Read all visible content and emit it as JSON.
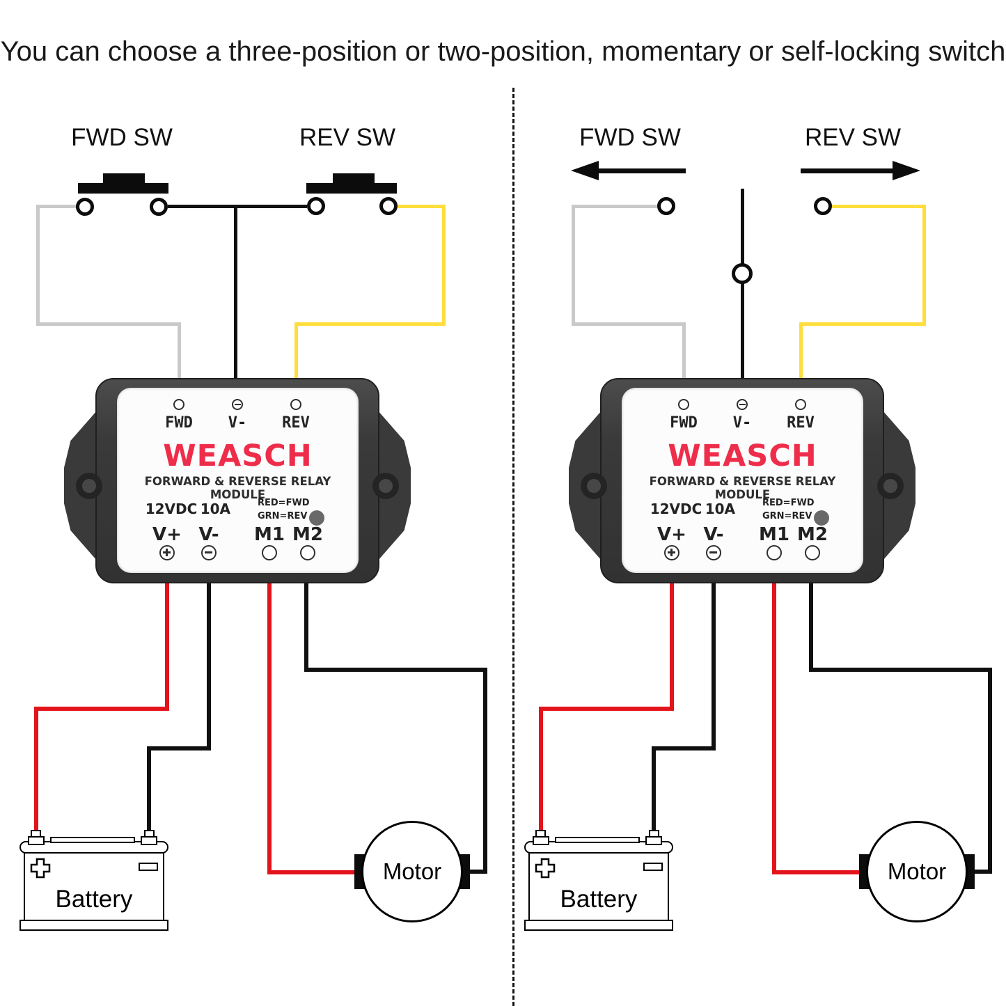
{
  "title": "You can choose a three-position or two-position, momentary or self-locking switch",
  "left_diagram": {
    "switch_style": "momentary push-button",
    "fwd_switch_label": "FWD SW",
    "rev_switch_label": "REV SW"
  },
  "right_diagram": {
    "switch_style": "self-locking toggle",
    "fwd_switch_label": "FWD SW",
    "rev_switch_label": "REV SW"
  },
  "module": {
    "brand": "WEASCH",
    "subtitle": "FORWARD & REVERSE RELAY MODULE",
    "rating_voltage": "12VDC",
    "rating_current": "10A",
    "led_legend_line1": "RED=FWD",
    "led_legend_line2": "GRN=REV",
    "top_terminals": [
      {
        "label": "FWD"
      },
      {
        "label": "V-"
      },
      {
        "label": "REV"
      }
    ],
    "bottom_terminals": [
      {
        "label": "V+"
      },
      {
        "label": "V-"
      },
      {
        "label": "M1"
      },
      {
        "label": "M2"
      }
    ],
    "brand_color": "#ee2d4b"
  },
  "battery": {
    "label": "Battery"
  },
  "motor": {
    "label": "Motor"
  },
  "colors": {
    "wire_gray": "#c9c9c9",
    "wire_yellow": "#ffde3b",
    "wire_red": "#e3131b",
    "wire_black": "#101010",
    "module_body": "#3a3a3a",
    "module_panel": "#fcfcfc",
    "led_gray": "#696969",
    "brand_red": "#ee2d4b"
  }
}
